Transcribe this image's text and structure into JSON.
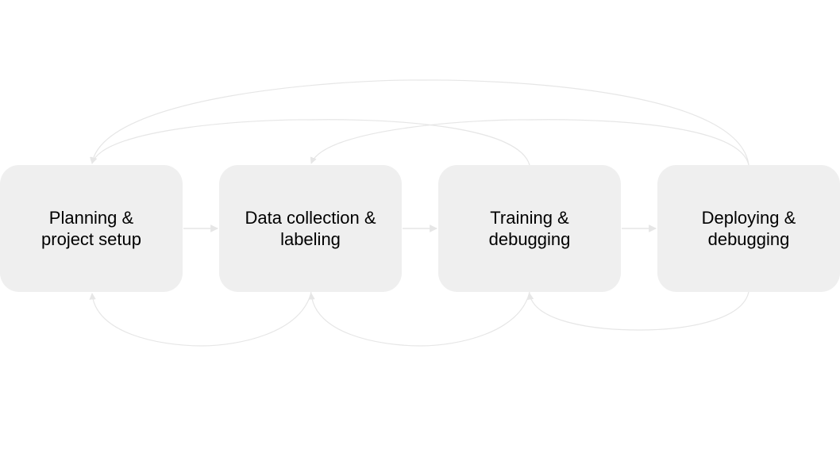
{
  "diagram": {
    "colors": {
      "box_fill": "#efefef",
      "connector": "#e6e6e6",
      "text": "#000000"
    },
    "stages": [
      {
        "id": "planning",
        "label": "Planning &\nproject setup"
      },
      {
        "id": "data",
        "label": "Data collection &\nlabeling"
      },
      {
        "id": "training",
        "label": "Training &\ndebugging"
      },
      {
        "id": "deploying",
        "label": "Deploying &\ndebugging"
      }
    ],
    "forward_arrows": [
      {
        "from": "planning",
        "to": "data"
      },
      {
        "from": "data",
        "to": "training"
      },
      {
        "from": "training",
        "to": "deploying"
      }
    ],
    "feedback_loops_top": [
      {
        "from": "deploying",
        "to": "planning"
      },
      {
        "from": "training",
        "to": "planning"
      },
      {
        "from": "deploying",
        "to": "data"
      }
    ],
    "feedback_loops_bottom": [
      {
        "from": "data",
        "to": "planning"
      },
      {
        "from": "training",
        "to": "data"
      },
      {
        "from": "deploying",
        "to": "training"
      }
    ]
  }
}
